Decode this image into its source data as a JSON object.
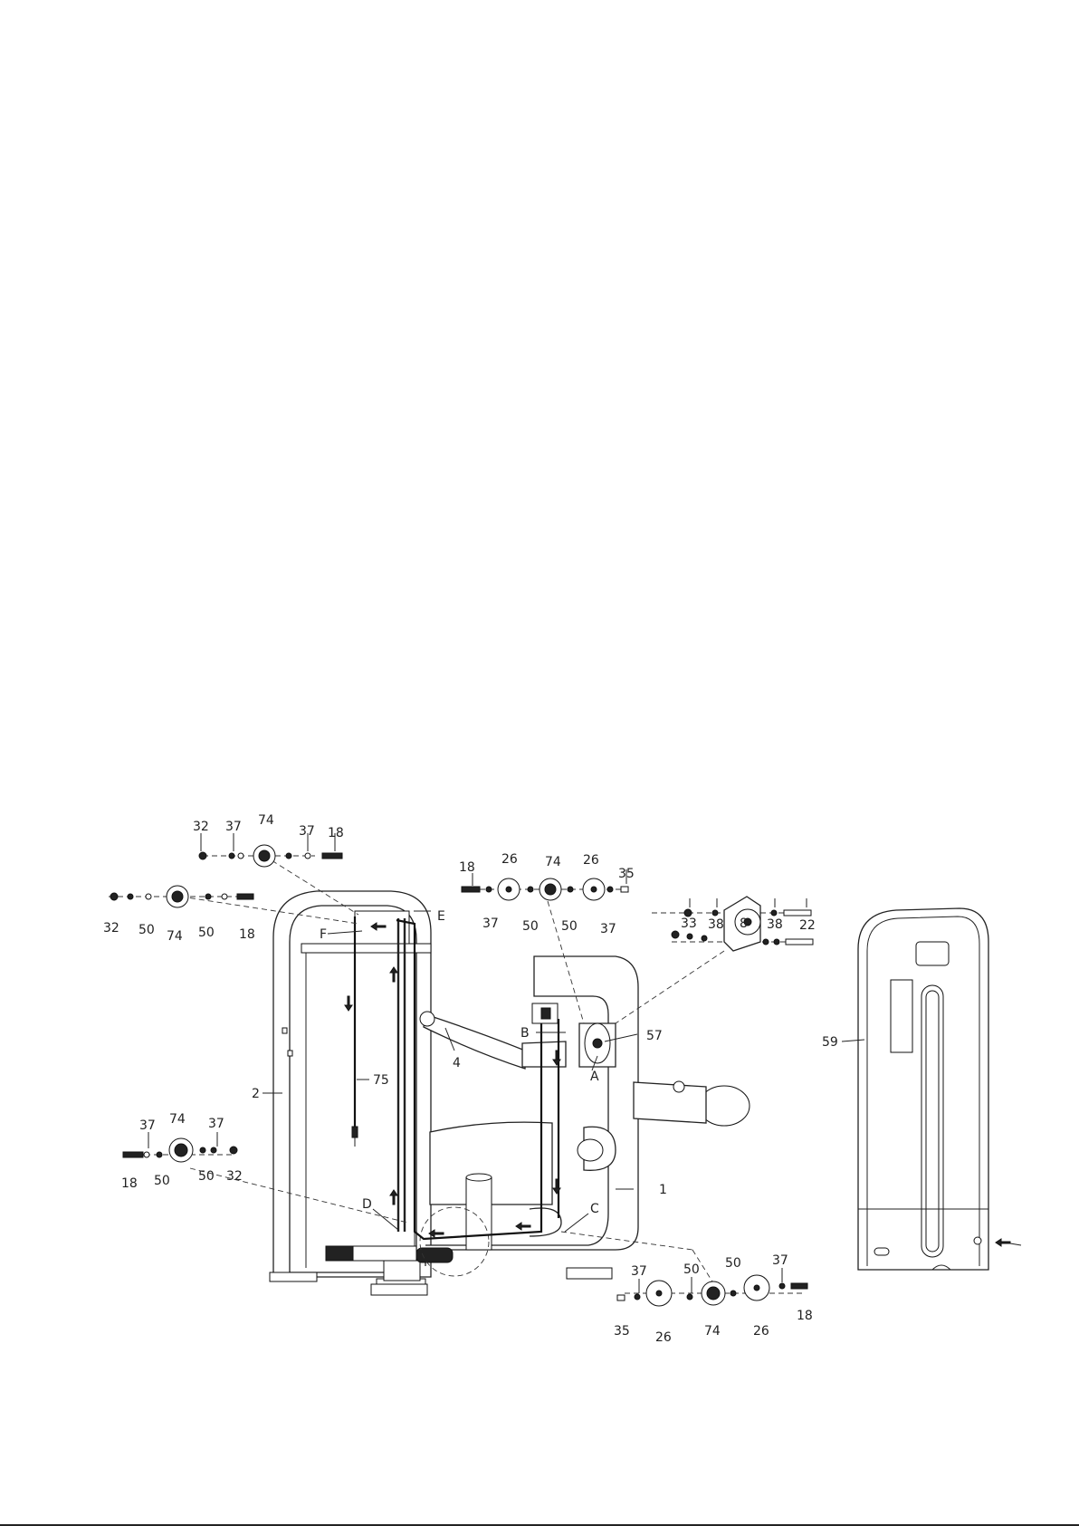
{
  "callouts": {
    "c32a": "32",
    "c37a": "37",
    "c74a": "74",
    "c37b": "37",
    "c18a": "18",
    "c32b": "32",
    "c50a": "50",
    "c74b": "74",
    "c50b": "50",
    "c18b": "18",
    "c18c": "18",
    "c26a": "26",
    "c74c": "74",
    "c26b": "26",
    "c35a": "35",
    "c37c": "37",
    "c50c": "50",
    "c50d": "50",
    "c37d": "37",
    "c33": "33",
    "c38a": "38",
    "c8": "8",
    "c38b": "38",
    "c22": "22",
    "c59": "59",
    "cE": "E",
    "cF": "F",
    "c4": "4",
    "cB": "B",
    "c57": "57",
    "cA": "A",
    "c2": "2",
    "c75": "75",
    "c1": "1",
    "cD": "D",
    "cC": "C",
    "c37e": "37",
    "c74d": "74",
    "c37f": "37",
    "c18d": "18",
    "c50e": "50",
    "c50f": "50",
    "c32c": "32",
    "c37g": "37",
    "c50g": "50",
    "c50h": "50",
    "c37h": "37",
    "c35b": "35",
    "c26c": "26",
    "c74e": "74",
    "c26d": "26",
    "c18e": "18"
  }
}
